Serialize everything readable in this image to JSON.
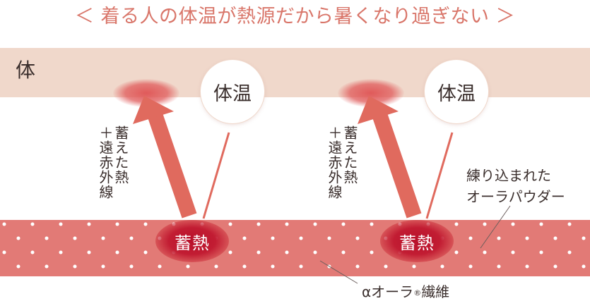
{
  "heading": "＜ 着る人の体温が熱源だから暑くなり過ぎない ＞",
  "body_label": "体",
  "panels": [
    {
      "body_temp": "体温",
      "arrow_text": [
        "蓄えた熱",
        "＋遠赤外線"
      ],
      "heat_storage": "蓄熱"
    },
    {
      "body_temp": "体温",
      "arrow_text": [
        "蓄えた熱",
        "＋遠赤外線"
      ],
      "heat_storage": "蓄熱"
    }
  ],
  "callouts": {
    "powder_line1": "練り込まれた",
    "powder_line2": "オーラパウダー",
    "fiber": "αオーラ",
    "fiber_mark": "®",
    "fiber_suffix": "繊維"
  },
  "colors": {
    "heading": "#d9766a",
    "body_band": "#f0d8cb",
    "fiber_band": "#e27a76",
    "arrow": "#e06a5e",
    "heat_storage": "#c21d33"
  }
}
